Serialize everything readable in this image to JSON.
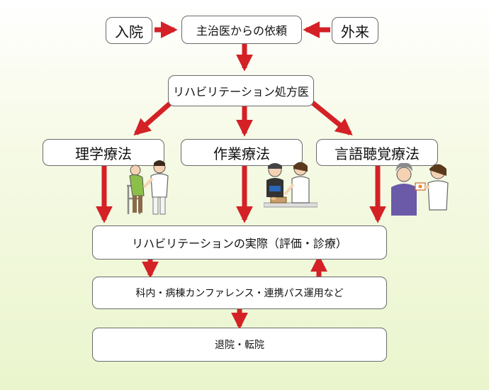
{
  "flow": {
    "admission": "入院",
    "request": "主治医からの依頼",
    "outpatient": "外来",
    "prescription": "リハビリテーション処方医",
    "pt": "理学療法",
    "ot": "作業療法",
    "st": "言語聴覚療法",
    "practice": "リハビリテーションの実際（評価・診療）",
    "conference": "科内・病棟カンファレンス・連携パス運用など",
    "discharge": "退院・転院"
  },
  "colors": {
    "arrow": "#d42126",
    "border": "#6b6b6b",
    "background_bottom": "#eaf5cd"
  },
  "illustrations": [
    "pt-walker-illustration",
    "ot-cooking-illustration",
    "st-conversation-illustration"
  ]
}
